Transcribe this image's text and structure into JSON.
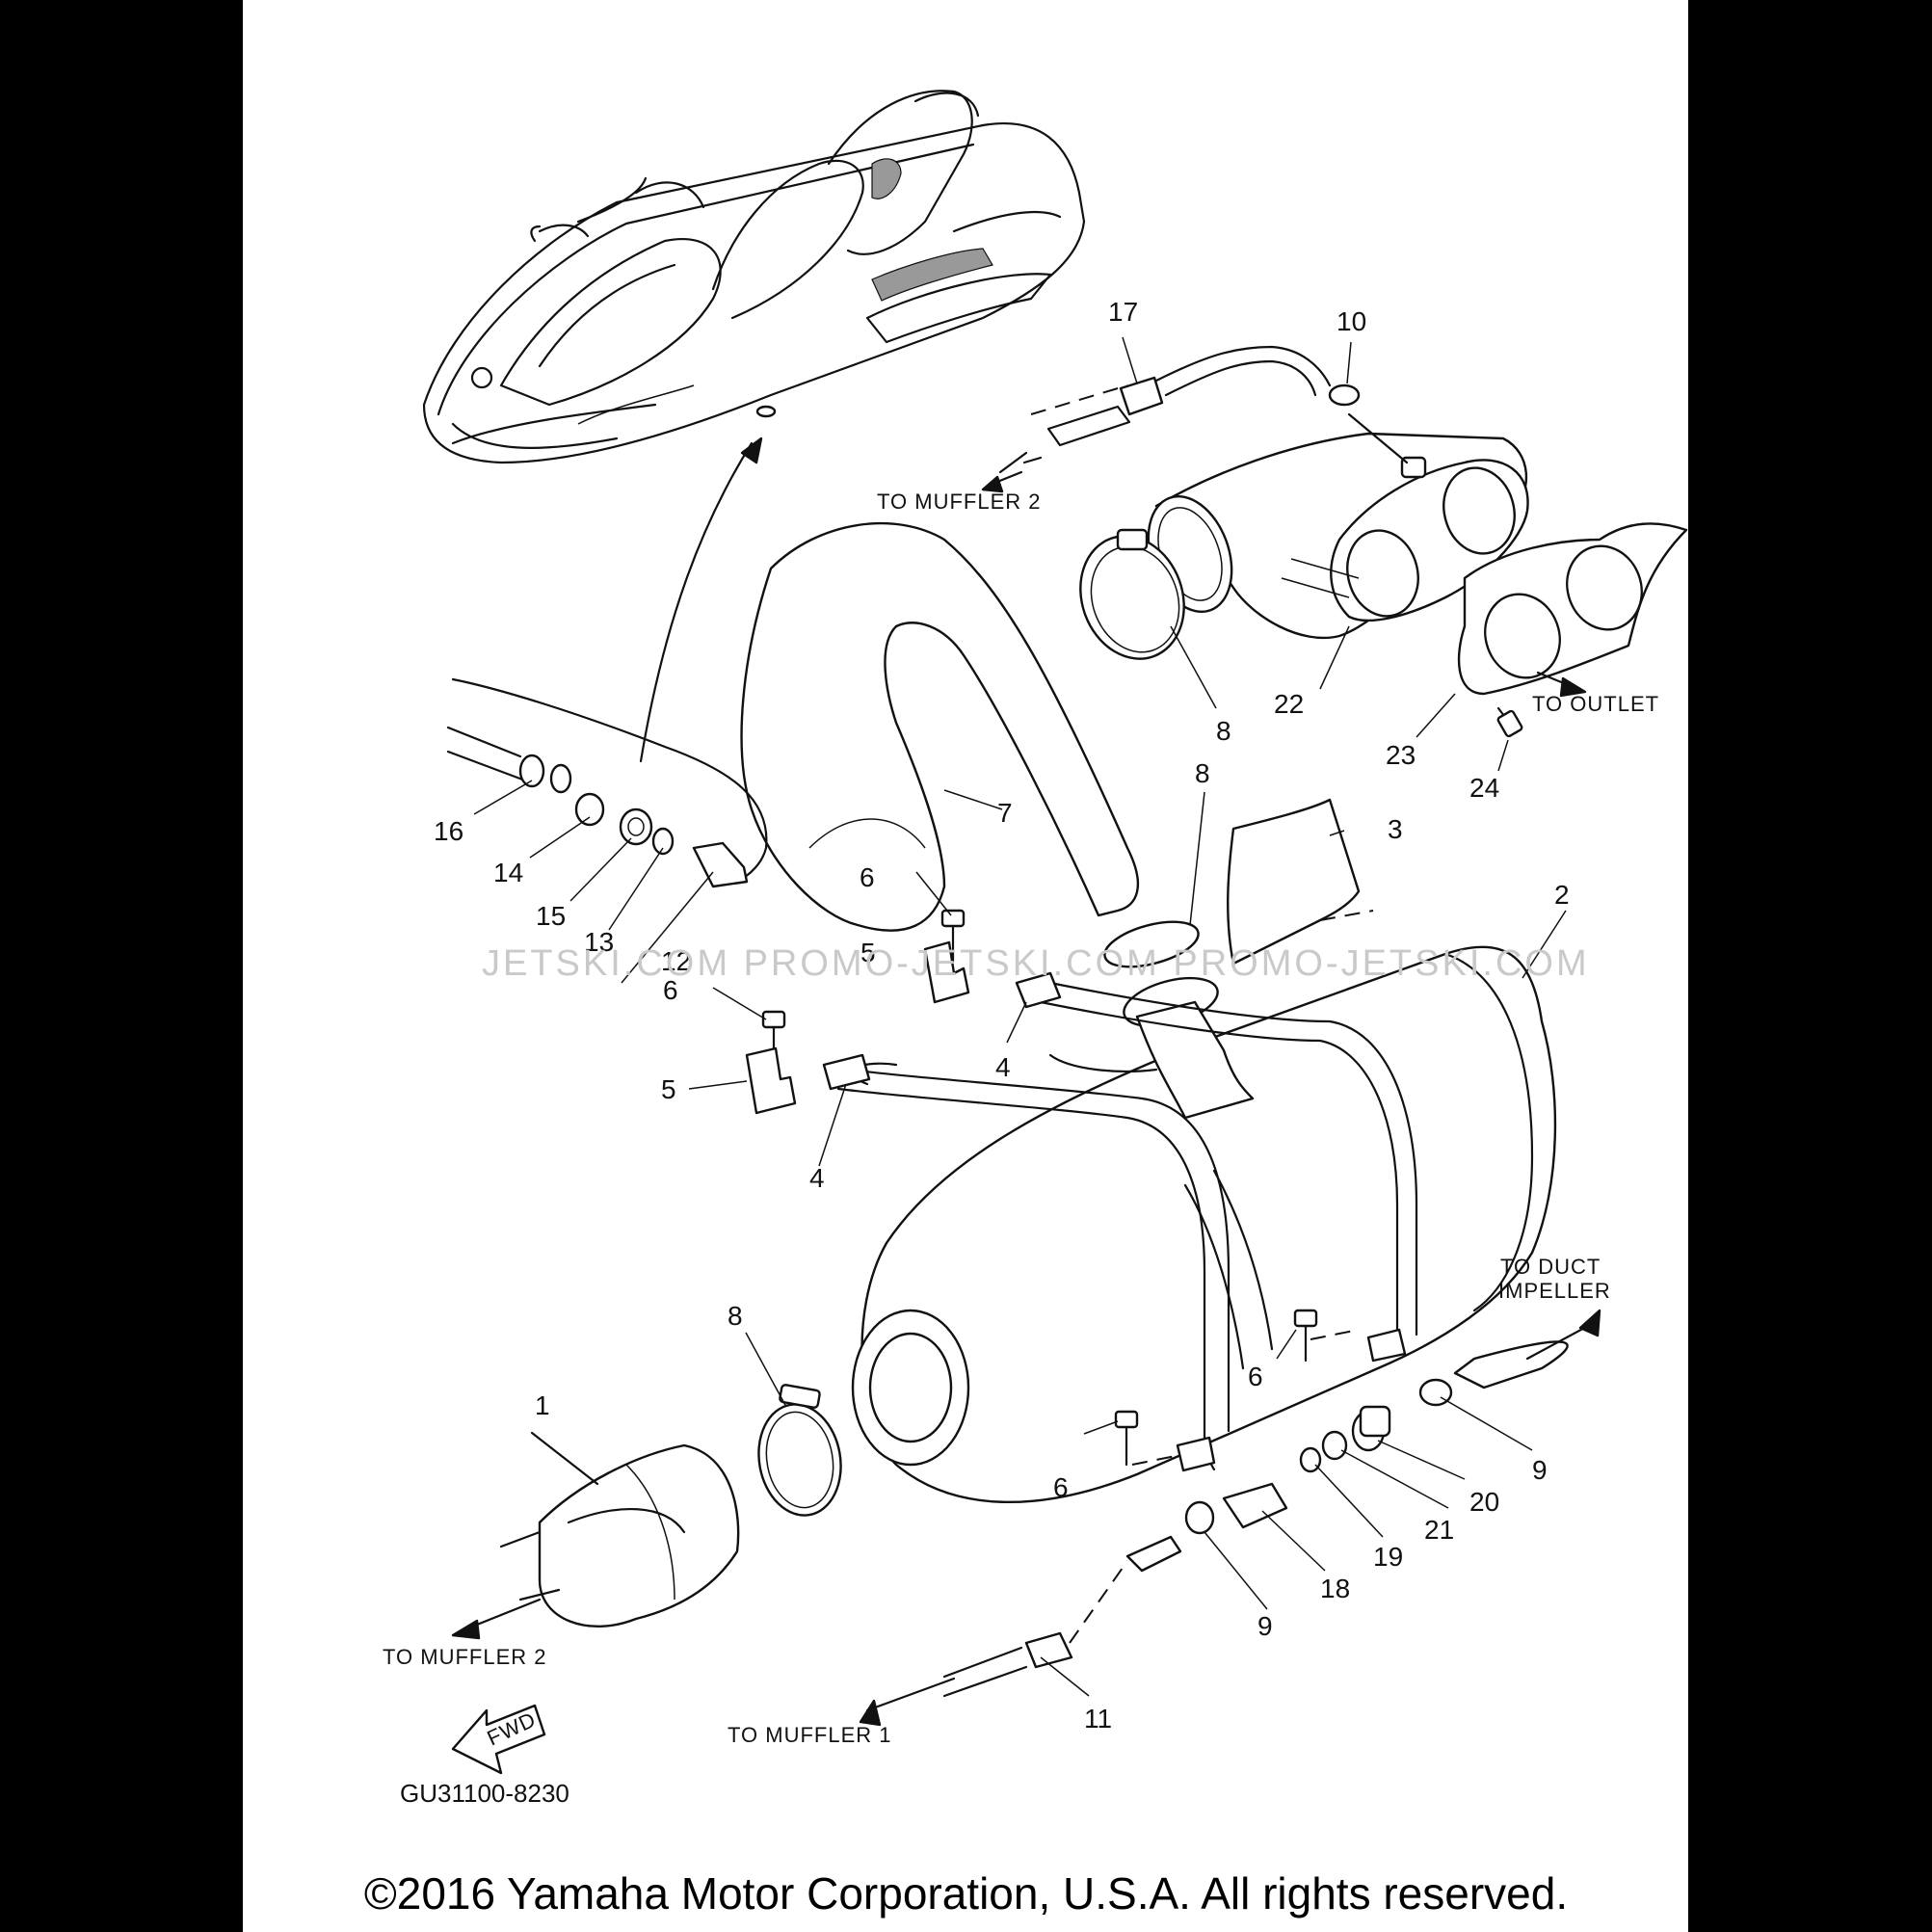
{
  "callouts": [
    {
      "id": "c1",
      "text": "1"
    },
    {
      "id": "c2",
      "text": "2"
    },
    {
      "id": "c3",
      "text": "3"
    },
    {
      "id": "c4a",
      "text": "4"
    },
    {
      "id": "c4b",
      "text": "4"
    },
    {
      "id": "c5a",
      "text": "5"
    },
    {
      "id": "c5b",
      "text": "5"
    },
    {
      "id": "c6a",
      "text": "6"
    },
    {
      "id": "c6b",
      "text": "6"
    },
    {
      "id": "c6c",
      "text": "6"
    },
    {
      "id": "c6d",
      "text": "6"
    },
    {
      "id": "c7",
      "text": "7"
    },
    {
      "id": "c8a",
      "text": "8"
    },
    {
      "id": "c8b",
      "text": "8"
    },
    {
      "id": "c8c",
      "text": "8"
    },
    {
      "id": "c9a",
      "text": "9"
    },
    {
      "id": "c9b",
      "text": "9"
    },
    {
      "id": "c10",
      "text": "10"
    },
    {
      "id": "c11",
      "text": "11"
    },
    {
      "id": "c12",
      "text": "12"
    },
    {
      "id": "c13",
      "text": "13"
    },
    {
      "id": "c14",
      "text": "14"
    },
    {
      "id": "c15",
      "text": "15"
    },
    {
      "id": "c16",
      "text": "16"
    },
    {
      "id": "c17",
      "text": "17"
    },
    {
      "id": "c18",
      "text": "18"
    },
    {
      "id": "c19",
      "text": "19"
    },
    {
      "id": "c20",
      "text": "20"
    },
    {
      "id": "c21",
      "text": "21"
    },
    {
      "id": "c22",
      "text": "22"
    },
    {
      "id": "c23",
      "text": "23"
    },
    {
      "id": "c24",
      "text": "24"
    }
  ],
  "notes": {
    "to_muffler_2_top": "TO MUFFLER 2",
    "to_muffler_2_bottom": "TO MUFFLER 2",
    "to_muffler_1": "TO MUFFLER 1",
    "to_outlet": "TO OUTLET",
    "to_duct_line1": "TO DUCT",
    "to_duct_line2": "IMPELLER",
    "fwd": "FWD",
    "diagram_code": "GU31100-8230"
  },
  "watermark": "JETSKI.COM   PROMO-JETSKI.COM   PROMO-JETSKI.COM",
  "copyright": "©2016 Yamaha Motor Corporation, U.S.A. All rights reserved."
}
